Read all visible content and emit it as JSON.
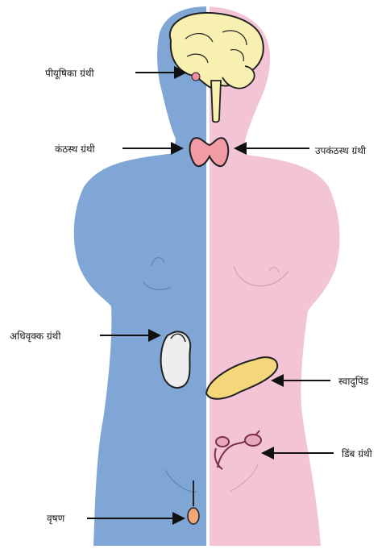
{
  "labels": {
    "pituitary": "पीयूषिका ग्रंथी",
    "thyroid": "कंठस्थ ग्रंथी",
    "parathyroid": "उपकंठस्थ ग्रंथी",
    "adrenal": "अधिवृक्क ग्रंथी",
    "pancreas": "स्वादुपिंड",
    "ovary": "डिंब ग्रंथी",
    "testis": "वृषण"
  },
  "colors": {
    "male_body": "#7fa6d4",
    "female_body": "#f3c4d6",
    "brain": "#f7f0b0",
    "thyroid": "#f29aa6",
    "pancreas": "#f3d77a",
    "adrenal": "#eeeeee",
    "outline": "#222222"
  }
}
